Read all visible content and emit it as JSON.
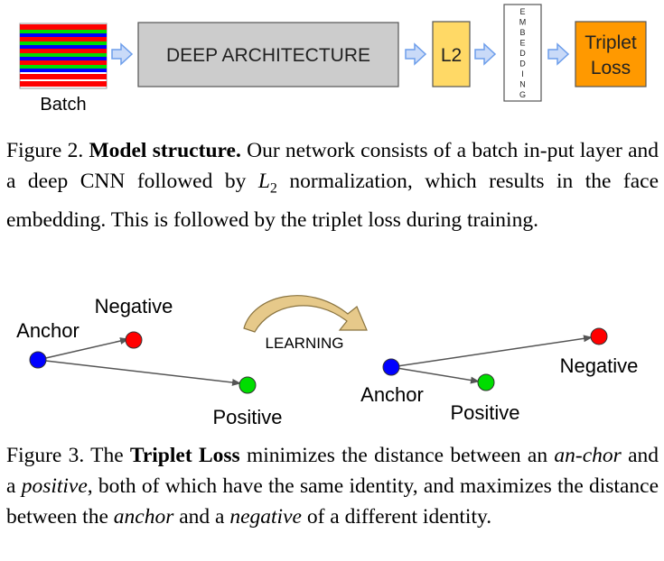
{
  "figure2": {
    "diagram": {
      "batch_label": "Batch",
      "deep_arch_label": "DEEP ARCHITECTURE",
      "l2_label": "L2",
      "embedding_letters": [
        "E",
        "M",
        "B",
        "E",
        "D",
        "D",
        "I",
        "N",
        "G"
      ],
      "triplet_line1": "Triplet",
      "triplet_line2": "Loss"
    },
    "caption": {
      "prefix": "Figure 2.",
      "bold": "Model structure.",
      "part1": "Our network consists of a batch in-put layer and a deep CNN followed by",
      "math_base": "L",
      "math_sub": "2",
      "part2": "normalization, which results in the face embedding. This is followed by the triplet loss during training."
    }
  },
  "figure3": {
    "diagram": {
      "left_negative": "Negative",
      "left_anchor": "Anchor",
      "left_positive": "Positive",
      "learning": "LEARNING",
      "right_anchor": "Anchor",
      "right_negative": "Negative",
      "right_positive": "Positive"
    },
    "caption": {
      "prefix": "Figure 3. The",
      "bold": "Triplet Loss",
      "t1": "minimizes the distance between an",
      "anchor1": "an-chor",
      "t2": "and a",
      "positive": "positive",
      "t3": ", both of which have the same identity, and maximizes the distance between the",
      "anchor2": "anchor",
      "t4": "and a",
      "negative": "negative",
      "t5": "of a different identity."
    }
  },
  "colors": {
    "batch_red": "#ff0000",
    "batch_green": "#00dd00",
    "batch_blue": "#0000ff",
    "arch_fill": "#cccccc",
    "l2_fill": "#ffd966",
    "loss_fill": "#ff9900",
    "arrow_fill": "#c9daf8",
    "arrow_stroke": "#6d9eeb",
    "anchor_dot": "#0000ff",
    "negative_dot": "#ff0000",
    "positive_dot": "#00dd00",
    "learning_arrow": "#e6c98a"
  }
}
